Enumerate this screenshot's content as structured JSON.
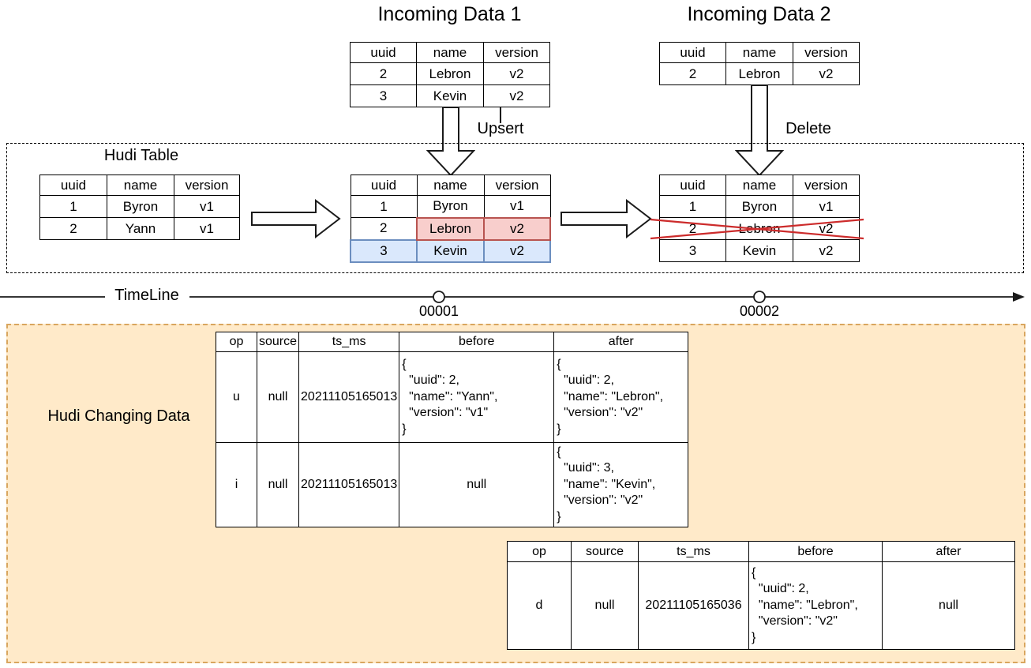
{
  "colors": {
    "update_fill": "#f8cecc",
    "update_stroke": "#b85450",
    "insert_fill": "#dae8fc",
    "insert_stroke": "#6c8ebf",
    "changing_fill": "#ffeac9",
    "changing_stroke": "#d9a65f",
    "cross_stroke": "#cc2b2b",
    "line_stroke": "#1a1a1a"
  },
  "incoming1": {
    "title": "Incoming Data 1",
    "headers": [
      "uuid",
      "name",
      "version"
    ],
    "rows": [
      [
        "2",
        "Lebron",
        "v2"
      ],
      [
        "3",
        "Kevin",
        "v2"
      ]
    ]
  },
  "incoming2": {
    "title": "Incoming Data 2",
    "headers": [
      "uuid",
      "name",
      "version"
    ],
    "rows": [
      [
        "2",
        "Lebron",
        "v2"
      ]
    ]
  },
  "upsert_label": "Upsert",
  "delete_label": "Delete",
  "hudi_box": {
    "label": "Hudi Table"
  },
  "hudi_initial": {
    "headers": [
      "uuid",
      "name",
      "version"
    ],
    "rows": [
      [
        "1",
        "Byron",
        "v1"
      ],
      [
        "2",
        "Yann",
        "v1"
      ]
    ]
  },
  "hudi_upserted": {
    "headers": [
      "uuid",
      "name",
      "version"
    ],
    "rows": [
      [
        "1",
        "Byron",
        "v1"
      ],
      [
        "2",
        "Lebron",
        "v2"
      ],
      [
        "3",
        "Kevin",
        "v2"
      ]
    ]
  },
  "hudi_deleted": {
    "headers": [
      "uuid",
      "name",
      "version"
    ],
    "rows": [
      [
        "1",
        "Byron",
        "v1"
      ],
      [
        "2",
        "Lebron",
        "v2"
      ],
      [
        "3",
        "Kevin",
        "v2"
      ]
    ]
  },
  "timeline": {
    "label": "TimeLine",
    "commits": [
      "00001",
      "00002"
    ]
  },
  "changing": {
    "label": "Hudi Changing Data",
    "cdc1": {
      "headers": [
        "op",
        "source",
        "ts_ms",
        "before",
        "after"
      ],
      "rows": [
        [
          "u",
          "null",
          "20211105165013",
          "{\n  \"uuid\": 2,\n  \"name\": \"Yann\",\n  \"version\": \"v1\"\n}",
          "{\n  \"uuid\": 2,\n  \"name\": \"Lebron\",\n  \"version\": \"v2\"\n}"
        ],
        [
          "i",
          "null",
          "20211105165013",
          "null",
          "{\n  \"uuid\": 3,\n  \"name\": \"Kevin\",\n  \"version\": \"v2\"\n}"
        ]
      ]
    },
    "cdc2": {
      "headers": [
        "op",
        "source",
        "ts_ms",
        "before",
        "after"
      ],
      "rows": [
        [
          "d",
          "null",
          "20211105165036",
          "{\n  \"uuid\": 2,\n  \"name\": \"Lebron\",\n  \"version\": \"v2\"\n}",
          "null"
        ]
      ]
    }
  }
}
